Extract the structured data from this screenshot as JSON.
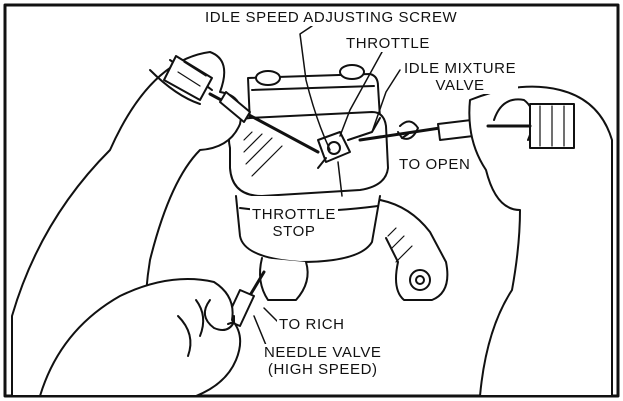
{
  "diagram": {
    "labels": {
      "idle_speed_screw": "IDLE SPEED ADJUSTING SCREW",
      "throttle": "THROTTLE",
      "idle_mixture_line1": "IDLE MIXTURE",
      "idle_mixture_line2": "VALVE",
      "to_open": "TO OPEN",
      "throttle_stop_line1": "THROTTLE",
      "throttle_stop_line2": "STOP",
      "to_rich": "TO RICH",
      "needle_valve_line1": "NEEDLE VALVE",
      "needle_valve_line2": "(HIGH SPEED)"
    },
    "colors": {
      "ink": "#111111",
      "paper": "#ffffff"
    }
  }
}
